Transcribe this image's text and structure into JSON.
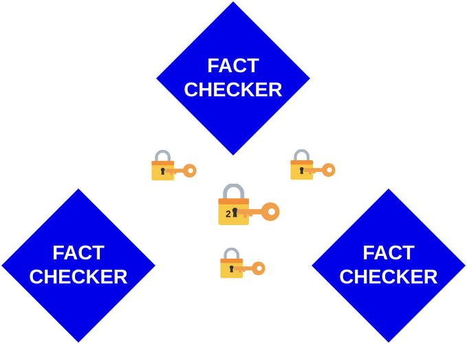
{
  "nodes": [
    {
      "id": "top",
      "line1": "FACT",
      "line2": "CHECKER"
    },
    {
      "id": "left",
      "line1": "FACT",
      "line2": "CHECKER"
    },
    {
      "id": "right",
      "line1": "FACT",
      "line2": "CHECKER"
    }
  ],
  "center_lock": {
    "number": "2"
  },
  "colors": {
    "diamond": "#0000e6",
    "diamond_text": "#ffffff",
    "lock_body": "#f7c948",
    "lock_top": "#f2903a",
    "shackle": "#a9b4bd",
    "key": "#f0a04b"
  }
}
